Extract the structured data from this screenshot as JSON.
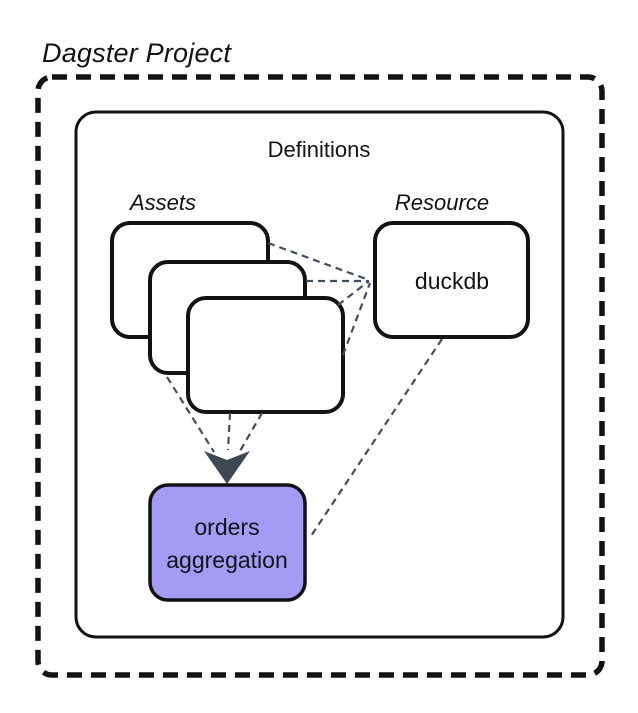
{
  "diagram": {
    "title": "Dagster Project",
    "container_label": "Definitions",
    "groups": {
      "assets_label": "Assets",
      "resource_label": "Resource"
    },
    "nodes": {
      "resource_name": "duckdb",
      "orders_line1": "orders",
      "orders_line2": "aggregation"
    },
    "colors": {
      "node_fill_purple": "#A39BF4",
      "connector": "#434E5C",
      "arrowhead": "#3E4955",
      "border": "#121212"
    }
  }
}
